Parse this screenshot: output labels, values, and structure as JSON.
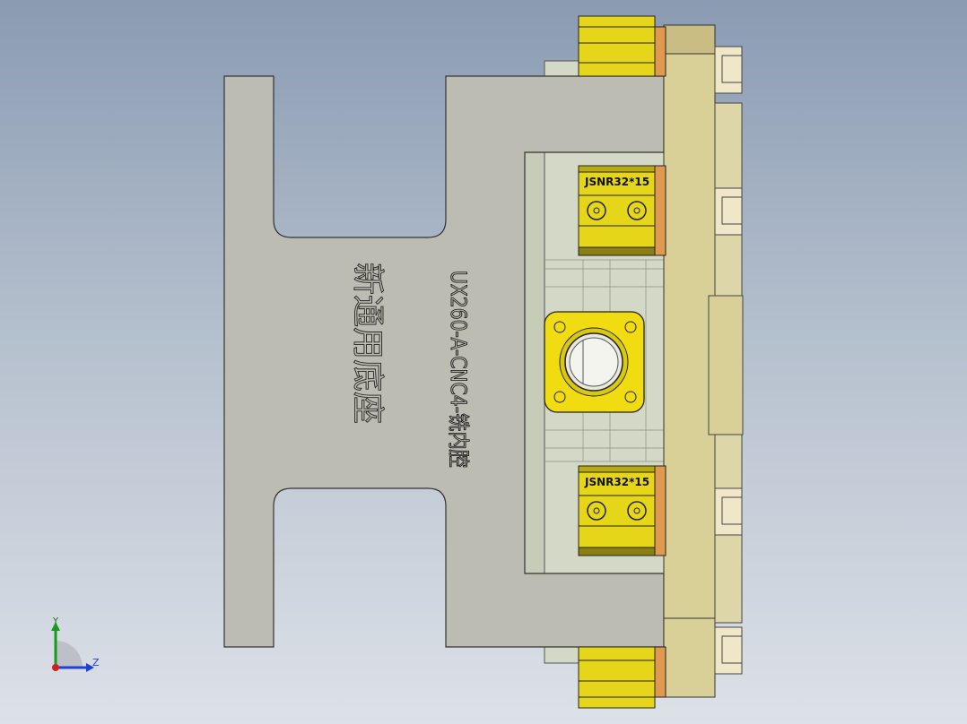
{
  "model": {
    "plate_label": "新通用底座",
    "part_label": "UX260-A-CNC4-铣内腔",
    "clamp_labels": [
      "JSNR32*15",
      "JSNR32*15"
    ]
  },
  "triad": {
    "y_label": "Y",
    "z_label": "Z"
  },
  "colors": {
    "plate": "#bcbcb2",
    "yellow": "#e6d61a",
    "tan": "#d9d098",
    "orange": "#e09a50",
    "window": "#d3d9c6"
  }
}
